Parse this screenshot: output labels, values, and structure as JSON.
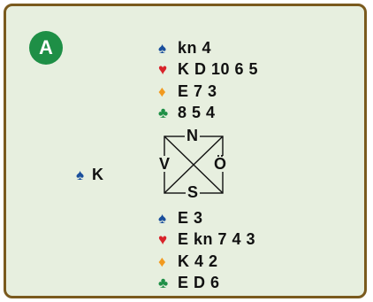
{
  "badge": "A",
  "colors": {
    "spade": "#1a4f9c",
    "heart": "#d8232a",
    "diamond": "#f29a1f",
    "club": "#1e8f46",
    "badge": "#1e8f46",
    "border": "#7a5a1e",
    "panel": "#e7efdf"
  },
  "icons": {
    "spade": "♠",
    "heart": "♥",
    "diamond": "♦",
    "club": "♣"
  },
  "north": {
    "spades": "kn 4",
    "hearts": "K D 10 6 5",
    "diamonds": "E 7 3",
    "clubs": "8 5 4"
  },
  "west": {
    "spades": "K"
  },
  "compass": {
    "n": "N",
    "s": "S",
    "v": "V",
    "o": "Ö"
  },
  "south": {
    "spades": "E 3",
    "hearts": "E kn 7 4 3",
    "diamonds": "K 4 2",
    "clubs": "E D 6"
  }
}
